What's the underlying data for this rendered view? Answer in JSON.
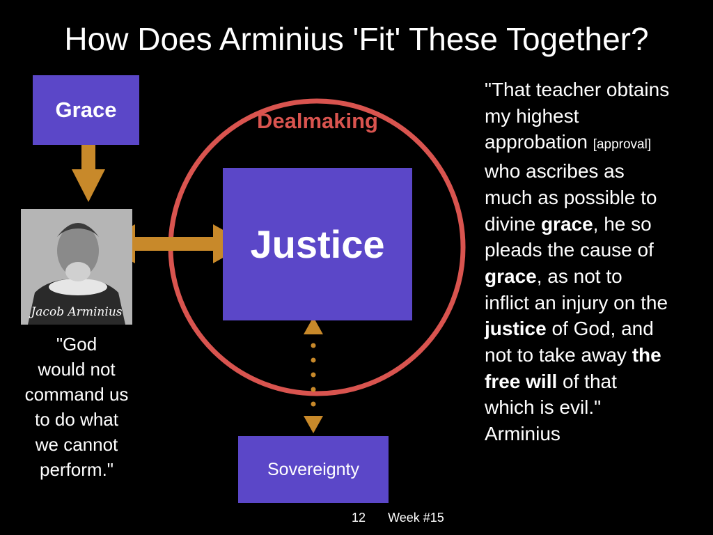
{
  "title": "How Does Arminius 'Fit' These Together?",
  "diagram": {
    "grace": "Grace",
    "dealmaking": "Dealmaking",
    "justice": "Justice",
    "sovereignty": "Sovereignty",
    "portrait_caption": "Jacob Arminius",
    "colors": {
      "box": "#5b47c8",
      "circle": "#d9544f",
      "arrow": "#c8892a"
    }
  },
  "left_quote": {
    "lines": [
      "\"God",
      "would not",
      "command us",
      "to do what",
      "we cannot",
      "perform.\""
    ]
  },
  "right_quote": {
    "l1": "\"That teacher obtains",
    "l2": "my highest",
    "l3a": "approbation ",
    "l3b": "[approval]",
    "l4": "who ascribes as",
    "l5": "much as possible to",
    "l6a": "divine ",
    "l6b": "grace",
    "l6c": ", he so",
    "l7": "pleads the cause of",
    "l8a": "grace",
    "l8b": ", as not to",
    "l9": "inflict an injury on the",
    "l10a": "justice",
    "l10b": " of God, and",
    "l11a": "not to take away ",
    "l11b": "the",
    "l12a": "free will",
    "l12b": " of that",
    "l13": "which is evil.\"",
    "l14": "Arminius"
  },
  "footer": {
    "page": "12",
    "week": "Week #15"
  }
}
